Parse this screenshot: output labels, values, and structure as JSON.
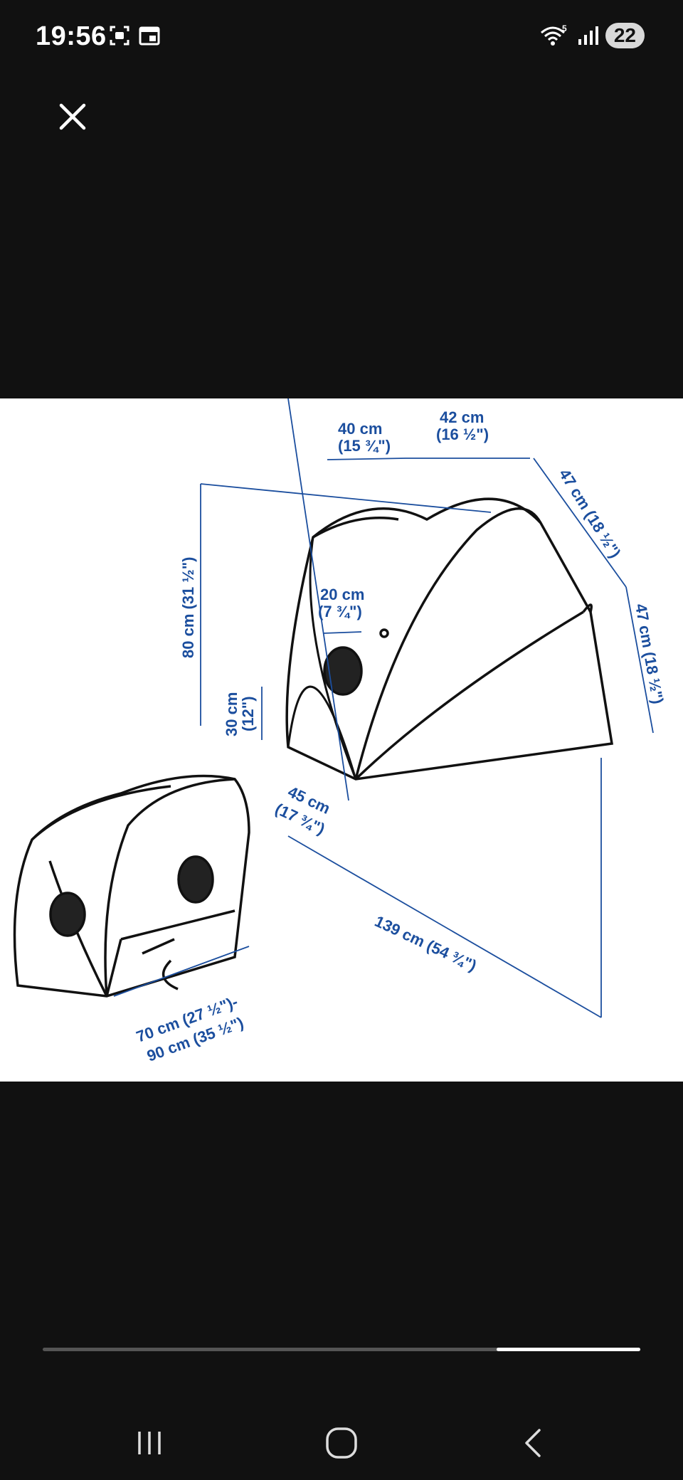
{
  "status_bar": {
    "time": "19:56",
    "battery_level": "22",
    "wifi_badge": "5"
  },
  "viewer": {
    "close_icon": "close-icon",
    "dimensions": {
      "top_width": "40 cm",
      "top_width_in": "(15 ¾\")",
      "top_depth": "42 cm",
      "top_depth_in": "(16 ½\")",
      "side_upper": "47 cm (18 ½\")",
      "side_lower": "47 cm (18 ½\")",
      "height": "80 cm (31 ½\")",
      "window": "20 cm",
      "window_in": "(7 ¾\")",
      "window_height": "30 cm",
      "window_height_in": "(12\")",
      "base_depth": "45 cm",
      "base_depth_in": "(17 ¾\")",
      "length": "139 cm (54 ¾\")",
      "mattress_range_1": "70 cm (27 ½\")-",
      "mattress_range_2": "90 cm (35 ½\")"
    }
  },
  "gallery": {
    "progress": 0.76
  },
  "nav": {
    "recents_icon": "recents-icon",
    "home_icon": "home-icon",
    "back_icon": "back-icon"
  }
}
